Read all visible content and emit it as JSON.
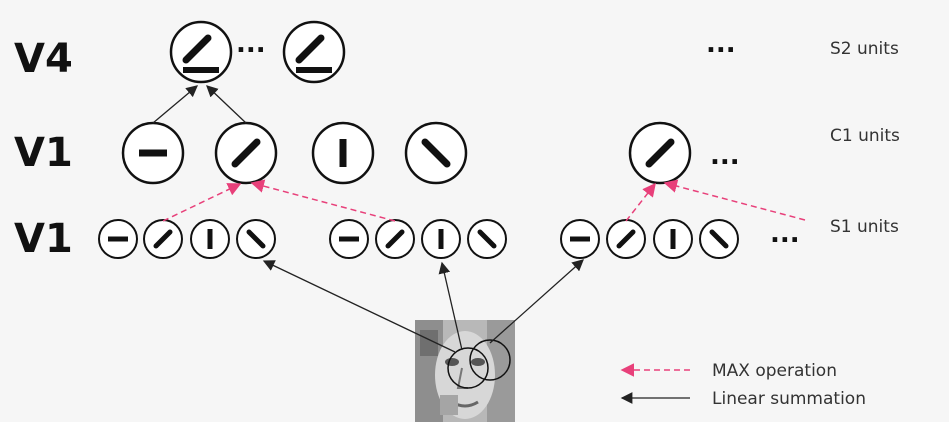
{
  "layer_labels": {
    "v4": "V4",
    "v1_c1": "V1",
    "v1_s1": "V1"
  },
  "unit_labels": {
    "s2": "S2 units",
    "c1": "C1 units",
    "s1": "S1 units"
  },
  "ellipsis": "...",
  "legend": {
    "max_operation": "MAX operation",
    "linear_summation": "Linear summation"
  },
  "colors": {
    "max_arrow": "#e8407a",
    "linear_arrow": "#222222",
    "stroke": "#111111"
  },
  "orientations": {
    "c1_units": [
      "horizontal",
      "diagonal-45",
      "vertical",
      "diagonal-135",
      "diagonal-45"
    ],
    "s1_group": [
      "horizontal",
      "diagonal-45",
      "vertical",
      "diagonal-135"
    ],
    "s2_units": [
      "diagonal-45 + horizontal",
      "diagonal-45 + horizontal"
    ]
  }
}
